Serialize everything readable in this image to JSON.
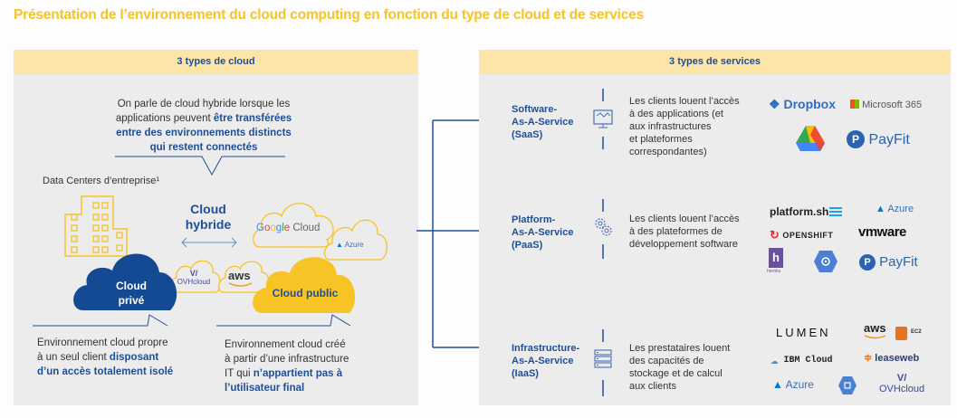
{
  "title": "Présentation de l’environnement du cloud computing en fonction du type de cloud et de services",
  "left_panel": {
    "header": "3 types de cloud",
    "hybrid_intro": {
      "plain": "On parle de cloud hybride lorsque les applications peuvent ",
      "line1": "On parle de cloud hybride lorsque les",
      "line2_plain": "applications peuvent ",
      "line2_bold": "être transférées",
      "line3_bold": "entre des environnements distincts",
      "line4_bold": "qui restent connectés"
    },
    "datacenters_label": "Data Centers d’entreprise¹",
    "hybrid_label_1": "Cloud",
    "hybrid_label_2": "hybride",
    "private_cloud_1": "Cloud",
    "private_cloud_2": "privé",
    "public_cloud": "Cloud public",
    "providers": [
      "Google Cloud",
      "Azure",
      "OVHcloud",
      "aws"
    ],
    "private_desc": {
      "line1": "Environnement cloud propre",
      "line2_plain": "à un seul client ",
      "line2_bold": "disposant",
      "line3_bold": "d’un accès totalement isolé"
    },
    "public_desc": {
      "line1": "Environnement cloud créé",
      "line2": "à partir d’une infrastructure",
      "line3_plain": "IT qui ",
      "line3_bold": "n’appartient pas à",
      "line4_bold": "l’utilisateur final"
    }
  },
  "right_panel": {
    "header": "3 types de services",
    "services": [
      {
        "name_lines": [
          "Software-",
          "As-A-Service",
          "(SaaS)"
        ],
        "icon": "monitor-app-icon",
        "desc_lines": [
          "Les clients louent l’accès",
          "à des applications (et",
          "aux infrastructures",
          "et plateformes",
          "correspondantes)"
        ],
        "logos": [
          "Dropbox",
          "Microsoft 365",
          "Google Drive",
          "PayFit"
        ]
      },
      {
        "name_lines": [
          "Platform-",
          "As-A-Service",
          "(PaaS)"
        ],
        "icon": "gears-icon",
        "desc_lines": [
          "Les clients louent l’accès",
          "à des plateformes de",
          "développement software"
        ],
        "logos": [
          "platform.sh",
          "Azure",
          "OPENSHIFT",
          "vmware",
          "heroku",
          "Google App Engine",
          "PayFit"
        ]
      },
      {
        "name_lines": [
          "Infrastructure-",
          "As-A-Service",
          "(IaaS)"
        ],
        "icon": "server-icon",
        "desc_lines": [
          "Les prestataires louent",
          "des capacités de",
          "stockage et de calcul",
          "aux clients"
        ],
        "logos": [
          "LUMEN",
          "aws",
          "EC2",
          "IBM Cloud",
          "leaseweb",
          "Azure",
          "Google Compute Engine",
          "OVHcloud"
        ]
      }
    ]
  },
  "colors": {
    "title": "#f7c325",
    "header_bg": "#fde5a8",
    "panel_bg": "#ececec",
    "brand_blue": "#1f4e99",
    "yellow": "#f7c325",
    "dark_blue_cloud": "#144a94"
  }
}
